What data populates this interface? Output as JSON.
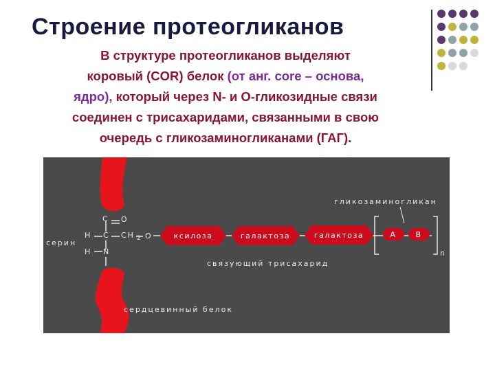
{
  "title": "Строение протеогликанов",
  "paragraph": {
    "line1": "В  структуре  протеогликанов выделяют",
    "line2a": "коровый (COR) белок ",
    "line2b": "(от анг. core – основа,",
    "line3a": "ядро),",
    "line3b": " который через N- и O-гликозидные связи",
    "line4": "соединен с трисахаридами, связанными в свою",
    "line5": "очередь с гликозаминогликанами (ГАГ)."
  },
  "diagram": {
    "glycosaminoglycan_label": "гликозаминогликан",
    "linking_trisaccharide_label": "связующий трисахарид",
    "core_protein_label": "сердцевинный белок",
    "serine_label": "серин",
    "n_label": "n",
    "formula": {
      "C_top": "C",
      "O_top": "O",
      "H_left": "H",
      "C_mid": "C",
      "CH": "CH",
      "sub2": "2",
      "O_right": "O",
      "H_bottom": "H",
      "N": "N"
    },
    "sugars": [
      "ксилоза",
      "галактоза",
      "галактоза"
    ],
    "repeat_units": [
      "А",
      "В"
    ],
    "colors": {
      "protein": "#e8141c",
      "sugar": "#cc0c1c",
      "background": "#4a4a4a"
    }
  },
  "decor": {
    "dot_colors": [
      "#5b3a6b",
      "#8fa3a6",
      "#bdb43a",
      "#d8d8e0"
    ]
  }
}
